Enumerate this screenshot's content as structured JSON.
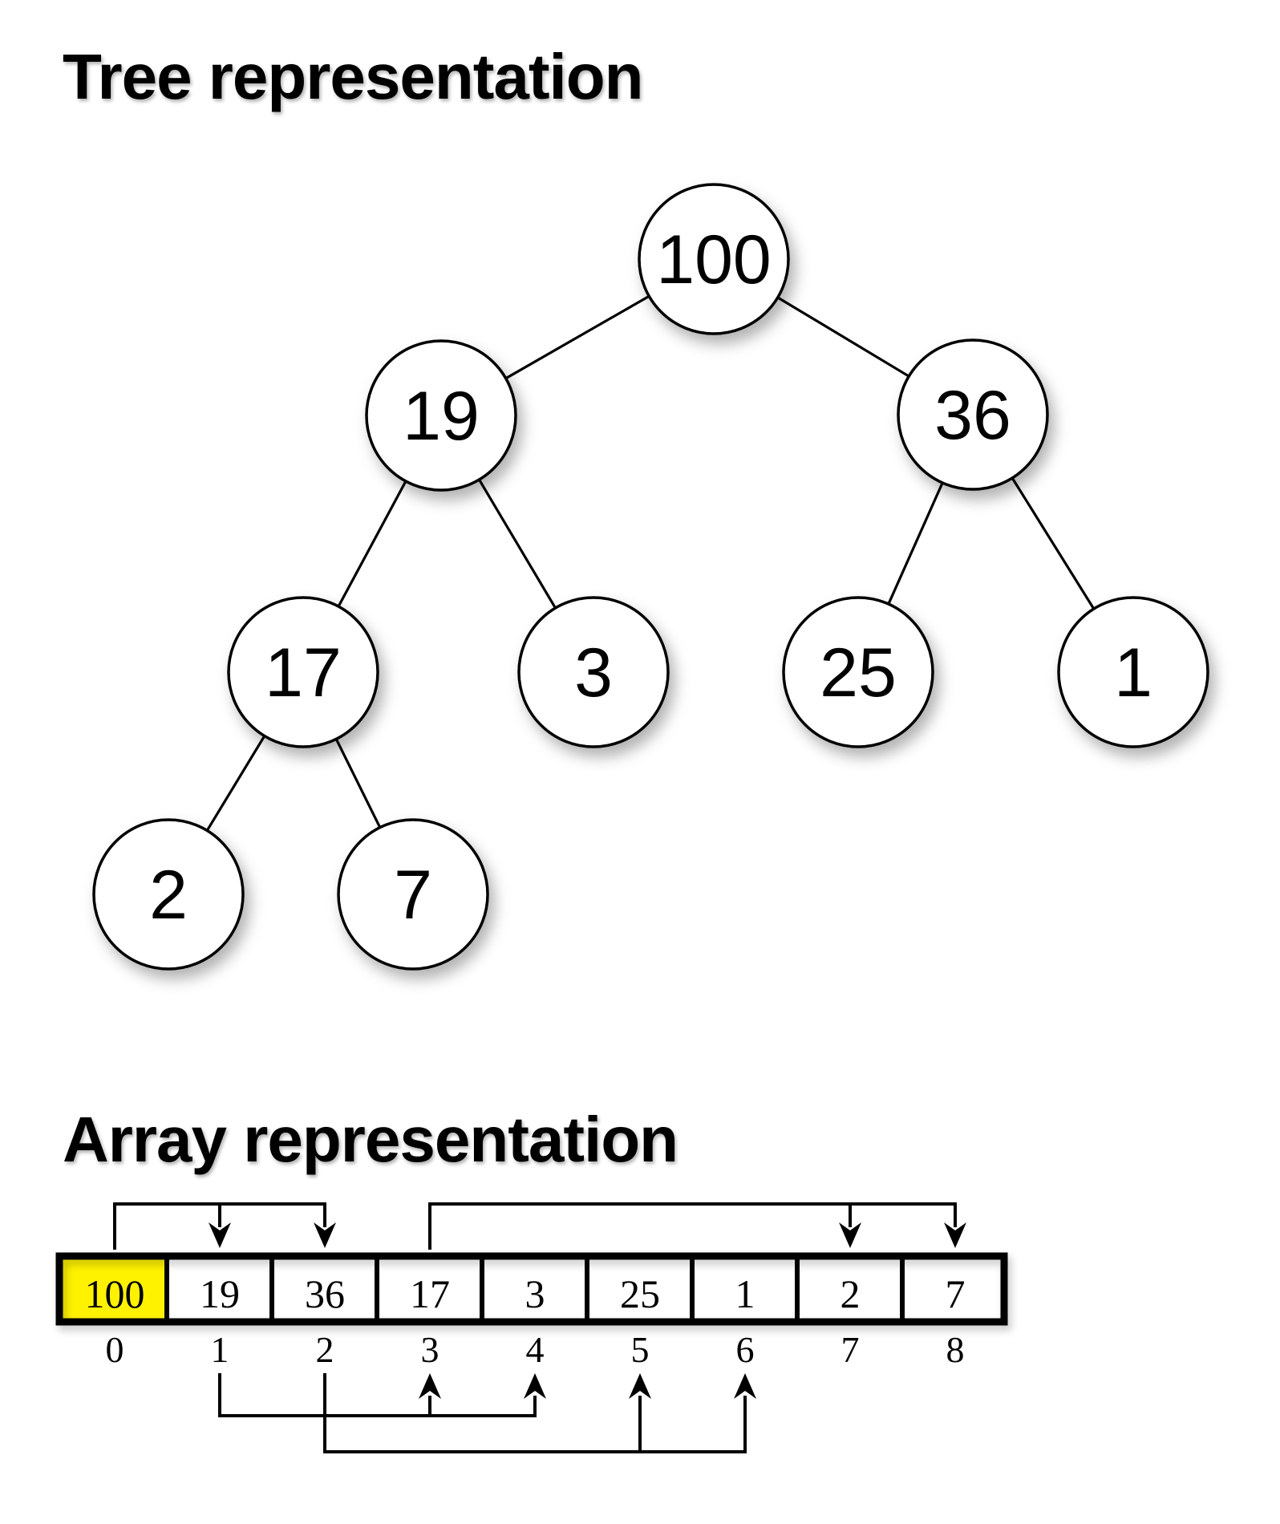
{
  "titles": {
    "tree": "Tree representation",
    "array": "Array representation"
  },
  "tree": {
    "nodes": [
      {
        "value": "100"
      },
      {
        "value": "19"
      },
      {
        "value": "36"
      },
      {
        "value": "17"
      },
      {
        "value": "3"
      },
      {
        "value": "25"
      },
      {
        "value": "1"
      },
      {
        "value": "2"
      },
      {
        "value": "7"
      }
    ],
    "edges": [
      [
        0,
        1
      ],
      [
        0,
        2
      ],
      [
        1,
        3
      ],
      [
        1,
        4
      ],
      [
        2,
        5
      ],
      [
        2,
        6
      ],
      [
        3,
        7
      ],
      [
        3,
        8
      ]
    ]
  },
  "array": {
    "cells": [
      "100",
      "19",
      "36",
      "17",
      "3",
      "25",
      "1",
      "2",
      "7"
    ],
    "indices": [
      "0",
      "1",
      "2",
      "3",
      "4",
      "5",
      "6",
      "7",
      "8"
    ],
    "highlighted_cell": 0,
    "highlight_color": "#FFF200"
  },
  "relations": {
    "top_brackets": [
      {
        "parent_index": 0,
        "child_indices": [
          1,
          2
        ]
      },
      {
        "parent_index": 3,
        "child_indices": [
          7,
          8
        ]
      }
    ],
    "bottom_brackets": [
      {
        "parent_index": 1,
        "child_indices": [
          3,
          4
        ]
      },
      {
        "parent_index": 2,
        "child_indices": [
          5,
          6
        ]
      }
    ]
  }
}
